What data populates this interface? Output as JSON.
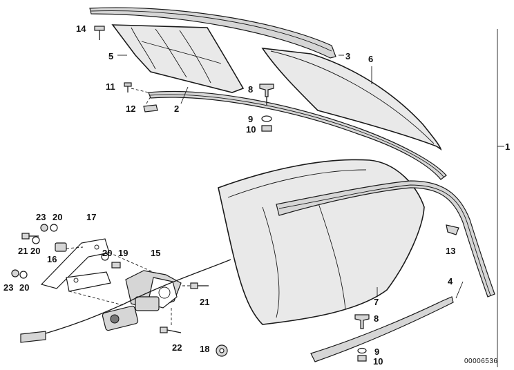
{
  "labels": {
    "p1": "1",
    "p2": "2",
    "p3": "3",
    "p4": "4",
    "p5": "5",
    "p6": "6",
    "p7": "7",
    "p8a": "8",
    "p8b": "8",
    "p9a": "9",
    "p9b": "9",
    "p10a": "10",
    "p10b": "10",
    "p11": "11",
    "p12": "12",
    "p13": "13",
    "p14": "14",
    "p15": "15",
    "p16": "16",
    "p17": "17",
    "p18": "18",
    "p19": "19",
    "p20a": "20",
    "p20b": "20",
    "p20c": "20",
    "p20d": "20",
    "p21a": "21",
    "p21b": "21",
    "p22": "22",
    "p23a": "23",
    "p23b": "23"
  },
  "reference_number": "00006536"
}
